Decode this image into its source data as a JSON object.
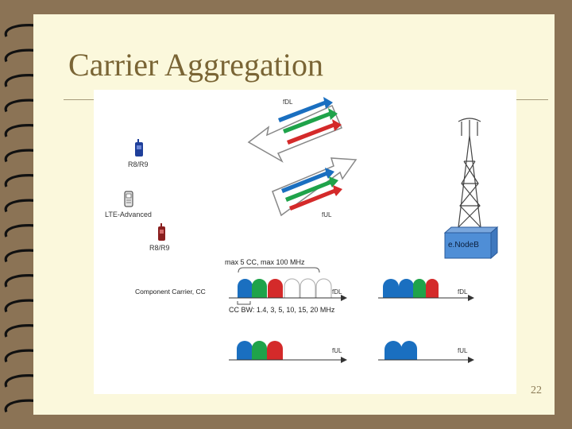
{
  "slide": {
    "title": "Carrier Aggregation",
    "page_number": "22"
  },
  "figure": {
    "devices": [
      {
        "label": "R8/R9",
        "color": "#1f3f9a"
      },
      {
        "label": "LTE-Advanced",
        "color": "#e6e6e6"
      },
      {
        "label": "R8/R9",
        "color": "#8a1f1f"
      }
    ],
    "base_station": {
      "label": "e.NodeB"
    },
    "links": {
      "downlink_label": "fDL",
      "uplink_label": "fUL"
    },
    "annotations": {
      "max_cc": "max 5 CC, max 100 MHz",
      "component_carrier": "Component Carrier, CC",
      "cc_bw": "CC BW: 1.4, 3, 5, 10, 15, 20 MHz"
    },
    "axes": {
      "fdl": "fDL",
      "ful": "fUL"
    },
    "carrier_colors": {
      "blue": "#1a6fc0",
      "green": "#1fa34a",
      "red": "#d42a2a"
    }
  }
}
